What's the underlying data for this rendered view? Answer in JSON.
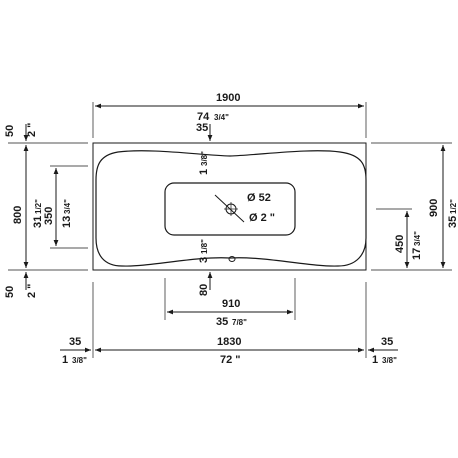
{
  "labels": {
    "total_length_mm": "1900",
    "total_length_in_whole": "74",
    "total_length_in_frac": "3/4\"",
    "end_margin_mm": "35",
    "end_margin_in_whole": "1",
    "end_margin_in_frac": "3/8\"",
    "top_rim_mm": "35",
    "top_rim_in_whole": "1",
    "top_rim_in_frac": "3/8\"",
    "bottom_rim_mm": "80",
    "bottom_rim_in_whole": "3",
    "bottom_rim_in_frac": "1/8\"",
    "inner_length_mm": "1830",
    "inner_length_in": "72 \"",
    "basin_length_mm": "910",
    "basin_length_in_whole": "35",
    "basin_length_in_frac": "7/8\"",
    "depth_total_mm": "900",
    "depth_total_in_whole": "35",
    "depth_total_in_frac": "1/2\"",
    "depth_inner_mm": "800",
    "depth_inner_in_whole": "31",
    "depth_inner_in_frac": "1/2\"",
    "side_margin_mm": "50",
    "side_margin_in": "2 \"",
    "basin_width_mm": "350",
    "basin_width_in_whole": "13",
    "basin_width_in_frac": "3/4\"",
    "drain_offset_mm": "450",
    "drain_offset_in_whole": "17",
    "drain_offset_in_frac": "3/4\"",
    "drain_diameter_mm": "Ø 52",
    "drain_diameter_in": "Ø 2 \""
  },
  "icons": [
    "drain-icon",
    "overflow-icon"
  ]
}
